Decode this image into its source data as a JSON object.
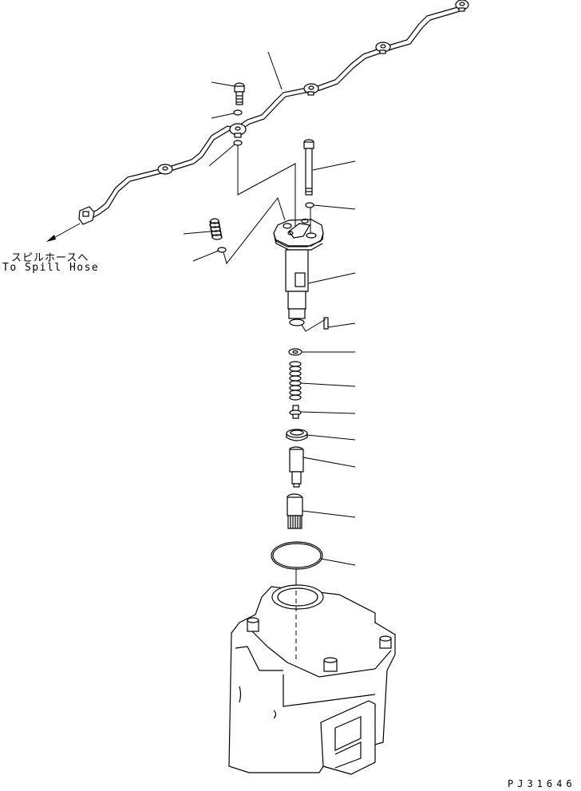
{
  "diagram": {
    "type": "exploded-parts-diagram",
    "subject": "Fuel injector assembly with spill tube, mounted on cylinder head",
    "annotations": {
      "spill_hose_jp": "スピルホースへ",
      "spill_hose_en": "To Spill Hose"
    },
    "drawing_id": "PJ31646",
    "callout_count": 15,
    "colors": {
      "line": "#000000",
      "background": "#ffffff"
    }
  },
  "parts": [
    {
      "name": "spill-tube",
      "leader_end": [
        336,
        65
      ]
    },
    {
      "name": "spill-bolt",
      "leader_end": [
        265,
        103
      ]
    },
    {
      "name": "spill-bolt-washer-upper",
      "leader_end": [
        265,
        148
      ]
    },
    {
      "name": "spill-bolt-washer-lower",
      "leader_end": [
        262,
        208
      ]
    },
    {
      "name": "injector-clamp-bolt",
      "leader_end": [
        445,
        202
      ]
    },
    {
      "name": "clamp-bolt-washer",
      "leader_end": [
        445,
        262
      ]
    },
    {
      "name": "injector-cover-stud",
      "leader_end": [
        230,
        293
      ]
    },
    {
      "name": "stud-washer",
      "leader_end": [
        242,
        327
      ]
    },
    {
      "name": "injector-body",
      "leader_end": [
        445,
        342
      ]
    },
    {
      "name": "dowel-pin",
      "leader_end": [
        445,
        405
      ]
    },
    {
      "name": "shim",
      "leader_end": [
        445,
        441
      ]
    },
    {
      "name": "spring",
      "leader_end": [
        445,
        484
      ]
    },
    {
      "name": "spring-seat",
      "leader_end": [
        445,
        518
      ]
    },
    {
      "name": "seal-ring",
      "leader_end": [
        445,
        551
      ]
    },
    {
      "name": "nozzle",
      "leader_end": [
        445,
        585
      ]
    },
    {
      "name": "retaining-nut",
      "leader_end": [
        445,
        648
      ]
    },
    {
      "name": "o-ring",
      "leader_end": [
        445,
        708
      ]
    }
  ]
}
